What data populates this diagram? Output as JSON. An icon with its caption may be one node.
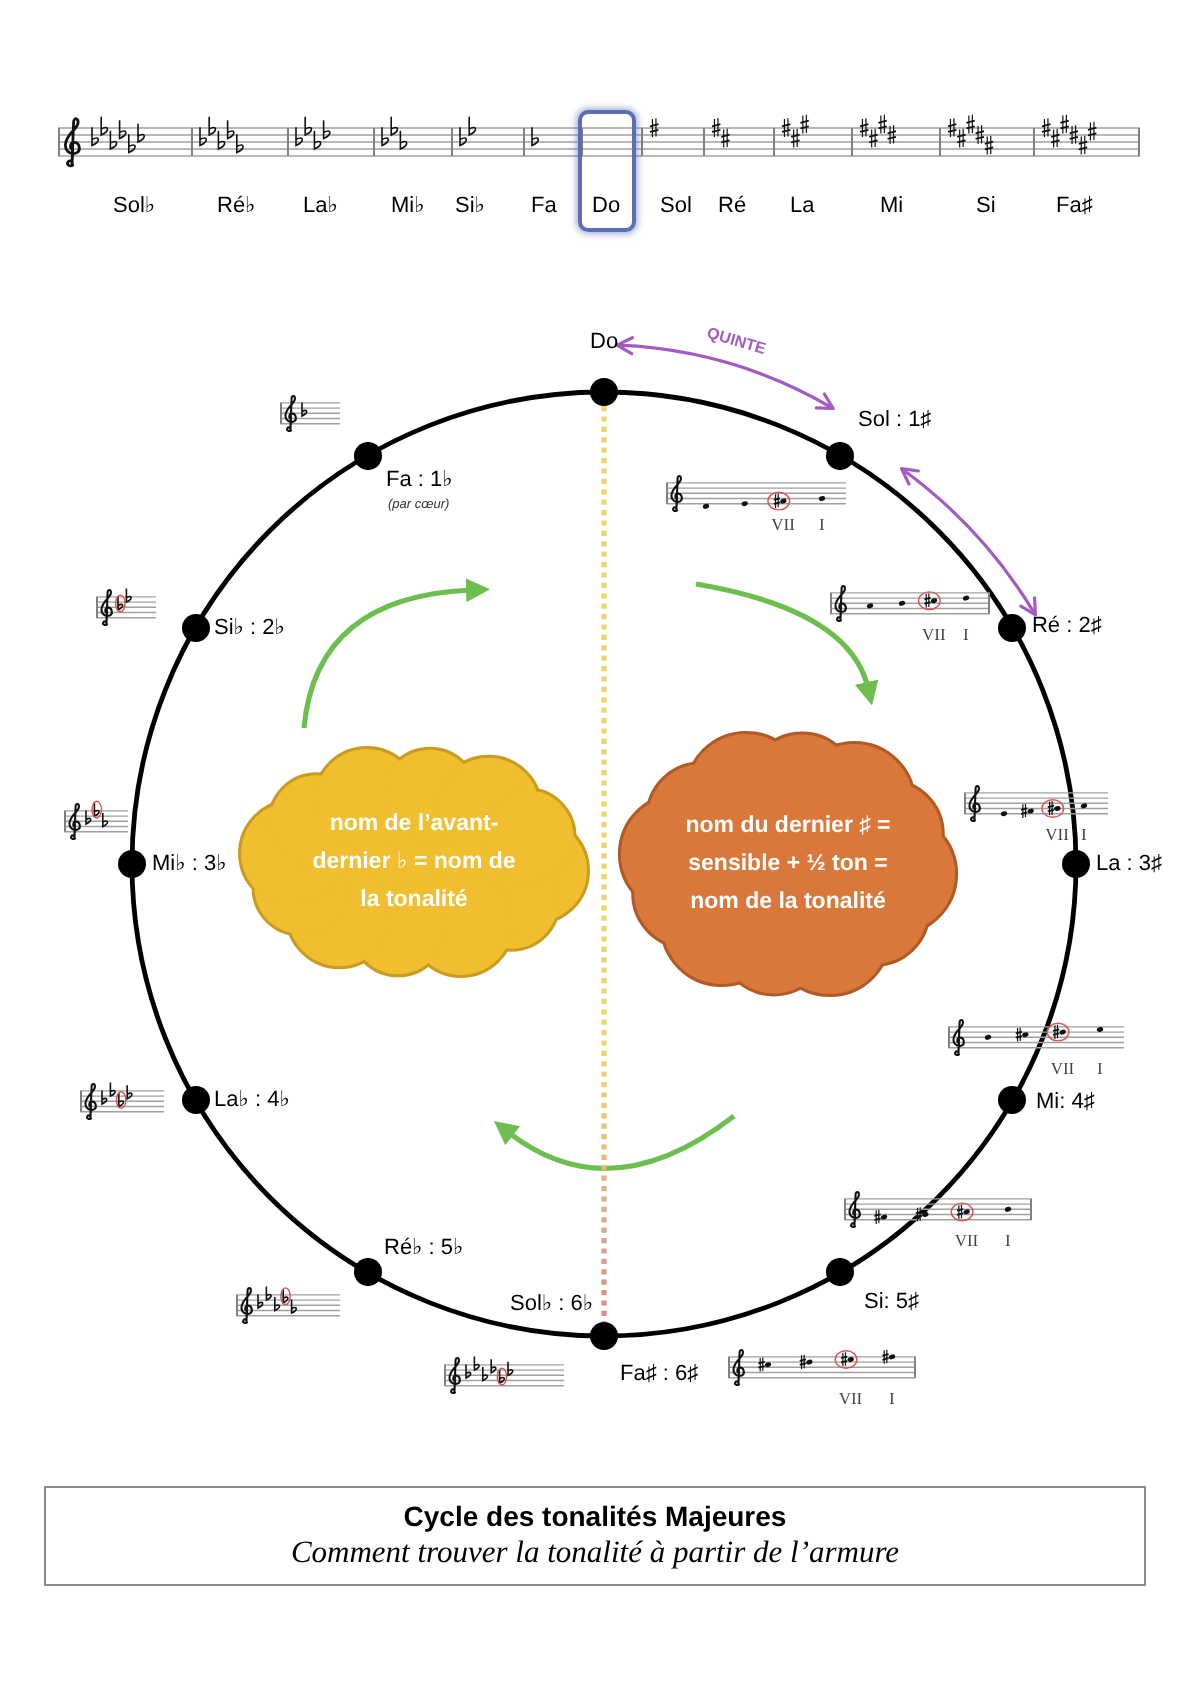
{
  "diagram": {
    "title": "Cycle des tonalités Majeures",
    "caption": "Comment trouver la tonalité à partir de l’armure",
    "nodes": [
      {
        "text": [
          "Do"
        ]
      },
      {
        "text": [
          "Do"
        ]
      },
      {
        "text": [
          "Fa : 1♭"
        ],
        "beside": [
          "(par cœur)"
        ]
      },
      {
        "text": [
          "Sol : 1♯"
        ]
      },
      {
        "text": [
          "Si♭ : 2♭"
        ]
      },
      {
        "text": [
          "Ré : 2♯"
        ]
      },
      {
        "text": [
          "Mi♭ : 3♭"
        ]
      },
      {
        "text": [
          "La : 3♯"
        ]
      },
      {
        "text": [
          "nom de l’avant-dernier ♭ = nom de la tonalité"
        ]
      },
      {
        "text": [
          "nom du dernier ♯ = sensible + ½ ton = nom de la tonalité"
        ]
      },
      {
        "text": [
          "La♭ : 4♭"
        ]
      },
      {
        "text": [
          "Mi: 4♯"
        ]
      },
      {
        "text": [
          "Ré♭ : 5♭"
        ]
      },
      {
        "text": [
          "Si: 5♯"
        ]
      },
      {
        "text": [
          "Sol♭ : 6♭",
          "Fa♯ : 6♯"
        ]
      }
    ],
    "edges": [
      {
        "from": 1,
        "to": 3,
        "arrow": "both",
        "label": "QUINTE"
      },
      {
        "from": 3,
        "to": 5,
        "arrow": "both"
      },
      {
        "from": 1,
        "to": 14,
        "arrow": "none",
        "style": "dashed",
        "color": "#f2d36b"
      }
    ],
    "labels": [
      "Sol♭",
      "Ré♭",
      "La♭",
      "Mi♭",
      "Si♭",
      "Fa",
      "Sol",
      "Ré",
      "La",
      "Mi",
      "Si",
      "Fa♯",
      "VII",
      "I",
      "VII",
      "I",
      "VII",
      "I",
      "VII",
      "I",
      "VII",
      "I",
      "VII",
      "I"
    ]
  }
}
